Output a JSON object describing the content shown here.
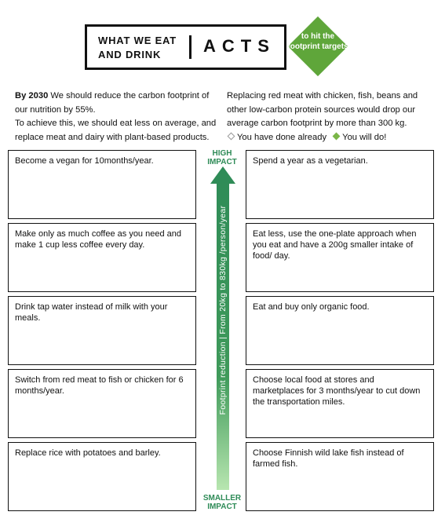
{
  "header": {
    "title_left": "WHAT WE EAT AND DRINK",
    "title_right": "ACTS",
    "badge": "to hit the footprint targets"
  },
  "intro": {
    "left_bold": "By 2030",
    "left_text1": " We should reduce the carbon footprint of our nutrition by 55%.",
    "left_text2": "To achieve this, we should eat less on average, and replace meat and dairy with plant-based products.",
    "right_text": "Replacing red meat with chicken, fish, beans and other low-carbon protein sources would drop our average carbon footprint by more than 300 kg.",
    "legend_done": "You have done already",
    "legend_will": "You will do!"
  },
  "scale": {
    "high_label": "HIGH IMPACT",
    "low_label": "SMALLER IMPACT",
    "axis_label": "Footprint reduction | From 20kg to 830kg /person/year"
  },
  "acts_left": [
    "Become a vegan for 10months/year.",
    "Make only as much coffee as you need and make 1 cup less coffee every day.",
    "Drink tap water instead of milk with your meals.",
    "Switch from red meat to fish or chicken for 6 months/year.",
    "Replace rice with potatoes and barley."
  ],
  "acts_right": [
    "Spend a year as a vegetarian.",
    "Eat less, use the one-plate approach when you eat and have a 200g smaller intake of food/ day.",
    "Eat and buy only organic food.",
    "Choose local food at stores and marketplaces for 3 months/year to cut down the transportation miles.",
    "Choose Finnish wild lake fish instead of farmed fish."
  ],
  "colors": {
    "accent_green": "#5fa63a",
    "arrow_dark": "#2e8b57",
    "arrow_light": "#b8e6b0"
  }
}
